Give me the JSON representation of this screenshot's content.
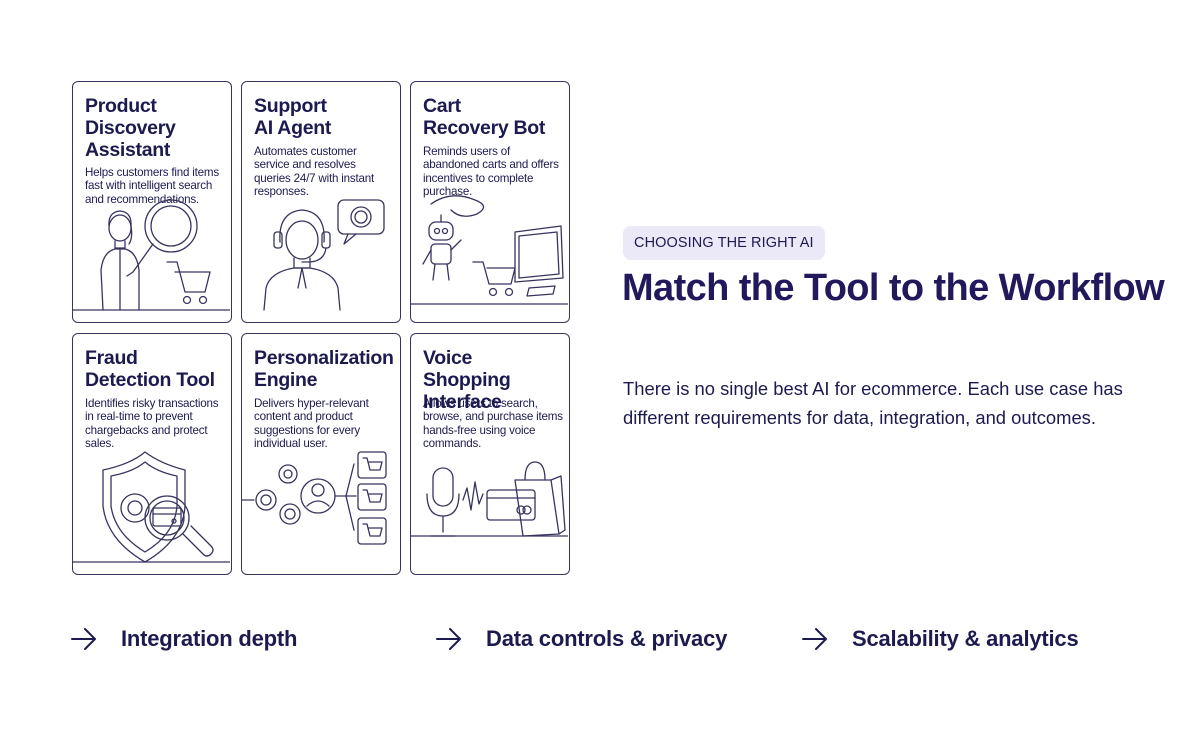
{
  "cards": [
    {
      "title": "Product\nDiscovery\nAssistant",
      "description": "Helps customers find items fast with intelligent search and recommendations.",
      "icon": "shopper-magnifier-cart-icon"
    },
    {
      "title": "Support\nAI Agent",
      "description": "Automates customer service and resolves queries 24/7 with instant responses.",
      "icon": "headset-agent-icon"
    },
    {
      "title": "Cart\nRecovery Bot",
      "description": "Reminds users of abandoned carts and offers incentives to complete purchase.",
      "icon": "robot-cart-monitor-icon"
    },
    {
      "title": "Fraud\nDetection Tool",
      "description": "Identifies risky transactions in real-time to prevent chargebacks and protect sales.",
      "icon": "shield-card-magnifier-icon"
    },
    {
      "title": "Personalization\nEngine",
      "description": "Delivers hyper-relevant content and product suggestions for every individual user.",
      "icon": "gears-user-carts-icon"
    },
    {
      "title": "Voice Shopping\nInterface",
      "description": "Allows users to search, browse, and purchase items hands-free using voice commands.",
      "icon": "microphone-card-bag-icon"
    }
  ],
  "badge": "CHOOSING THE RIGHT AI",
  "headline": "Match the Tool to the Workflow",
  "body": "There is no single best AI for ecommerce. Each use case has different requirements for data, integration, and outcomes.",
  "features": [
    {
      "label": "Integration depth",
      "icon": "arrow-right-icon"
    },
    {
      "label": "Data controls & privacy",
      "icon": "arrow-right-icon"
    },
    {
      "label": "Scalability & analytics",
      "icon": "arrow-right-icon"
    }
  ],
  "colors": {
    "accent": "#22195c",
    "text": "#1c1a4f",
    "badge_bg": "#ebe8f7",
    "border": "#37345e"
  }
}
